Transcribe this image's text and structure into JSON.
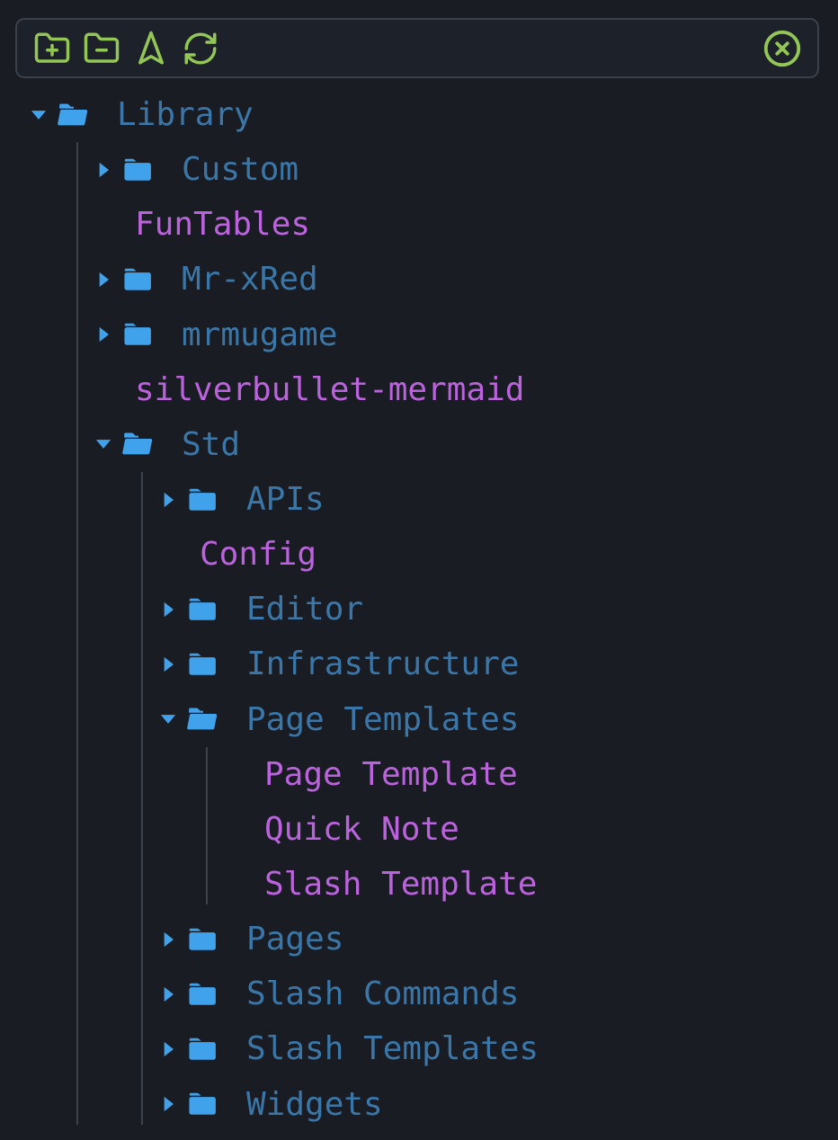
{
  "colors": {
    "background": "#191c22",
    "toolbar_background": "#1d212a",
    "toolbar_border": "#3b4049",
    "toolbar_icon_green": "#93c657",
    "folder_icon_blue": "#41a2ec",
    "folder_label_blue": "#3a77a8",
    "page_label_purple": "#bb63dd",
    "indent_guide_gray": "#3e434b"
  },
  "toolbar": {
    "buttons": [
      {
        "name": "expand-all",
        "icon": "folder-plus-icon"
      },
      {
        "name": "collapse-all",
        "icon": "folder-minus-icon"
      },
      {
        "name": "reveal-current-page",
        "icon": "navigation-arrow-icon"
      },
      {
        "name": "refresh",
        "icon": "refresh-icon"
      },
      {
        "name": "close-panel",
        "icon": "close-circle-icon"
      }
    ]
  },
  "tree": [
    {
      "label": "Library",
      "type": "folder",
      "state": "expanded",
      "children": [
        {
          "label": "Custom",
          "type": "folder",
          "state": "collapsed"
        },
        {
          "label": "FunTables",
          "type": "page"
        },
        {
          "label": "Mr-xRed",
          "type": "folder",
          "state": "collapsed"
        },
        {
          "label": "mrmugame",
          "type": "folder",
          "state": "collapsed"
        },
        {
          "label": "silverbullet-mermaid",
          "type": "page"
        },
        {
          "label": "Std",
          "type": "folder",
          "state": "expanded",
          "children": [
            {
              "label": "APIs",
              "type": "folder",
              "state": "collapsed"
            },
            {
              "label": "Config",
              "type": "page"
            },
            {
              "label": "Editor",
              "type": "folder",
              "state": "collapsed"
            },
            {
              "label": "Infrastructure",
              "type": "folder",
              "state": "collapsed"
            },
            {
              "label": "Page Templates",
              "type": "folder",
              "state": "expanded",
              "children": [
                {
                  "label": "Page Template",
                  "type": "page"
                },
                {
                  "label": "Quick Note",
                  "type": "page"
                },
                {
                  "label": "Slash Template",
                  "type": "page"
                }
              ]
            },
            {
              "label": "Pages",
              "type": "folder",
              "state": "collapsed"
            },
            {
              "label": "Slash Commands",
              "type": "folder",
              "state": "collapsed"
            },
            {
              "label": "Slash Templates",
              "type": "folder",
              "state": "collapsed"
            },
            {
              "label": "Widgets",
              "type": "folder",
              "state": "collapsed"
            }
          ]
        }
      ]
    }
  ]
}
